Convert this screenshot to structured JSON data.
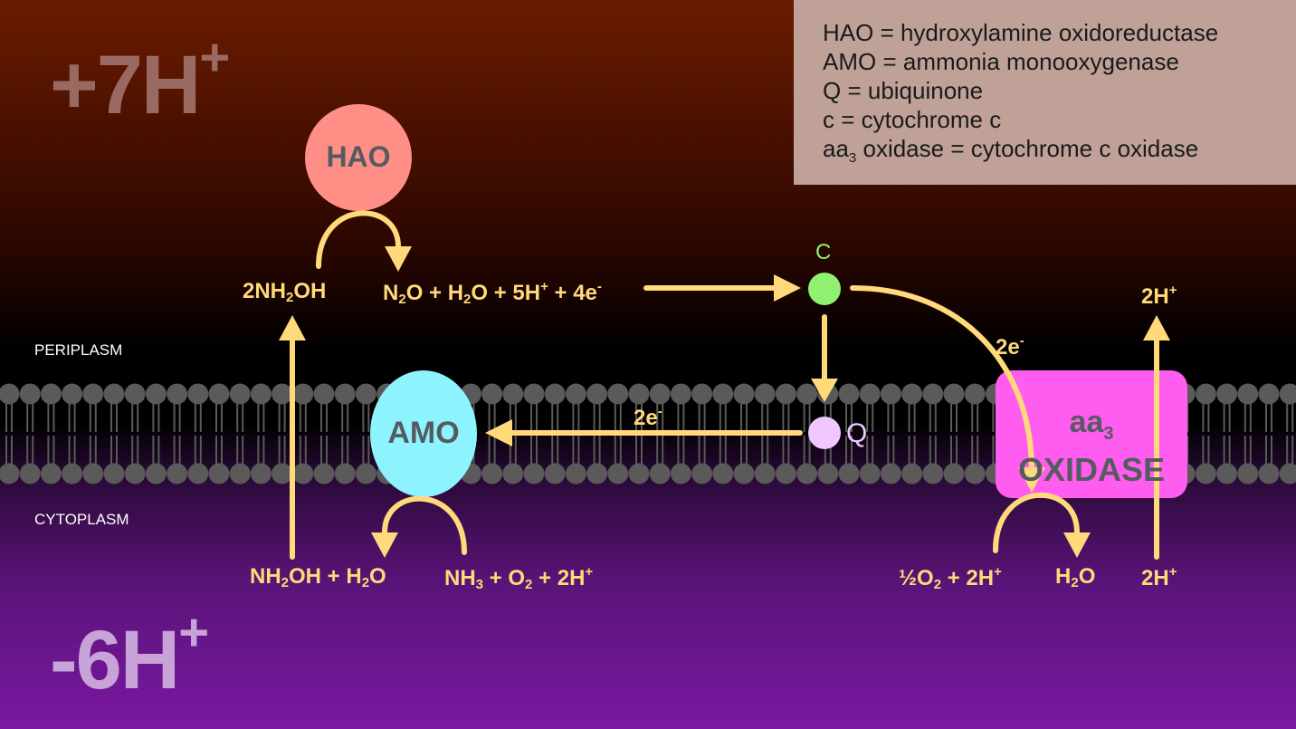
{
  "legend": {
    "lines": [
      "HAO = hydroxylamine oxidoreductase",
      "AMO = ammonia monooxygenase",
      "Q = ubiquinone",
      "c = cytochrome c"
    ],
    "last_line_prefix": "aa",
    "last_line_sub": "3",
    "last_line_suffix": " oxidase = cytochrome c oxidase"
  },
  "protons": {
    "top_value": "+7H",
    "top_sup": "+",
    "bottom_value": "-6H",
    "bottom_sup": "+"
  },
  "regions": {
    "periplasm": "PERIPLASM",
    "cytoplasm": "CYTOPLASM"
  },
  "enzymes": {
    "hao": "HAO",
    "amo": "AMO",
    "oxidase_line1_prefix": "aa",
    "oxidase_line1_sub": "3",
    "oxidase_line2": "OXIDASE"
  },
  "carriers": {
    "c": "C",
    "q": "Q"
  },
  "chemistry": {
    "hydroxylamine_coef": "2NH",
    "hydroxylamine_sub": "2",
    "hydroxylamine_tail": "OH",
    "hao_products": {
      "n": "N",
      "n_sub": "2",
      "o_h": "O + H",
      "h_sub": "2",
      "o_5h": "O + 5H",
      "plus_sup": "+",
      "four_e": " + 4e",
      "minus_sup": "-"
    },
    "amo_products": {
      "nh": "NH",
      "nh_sub": "2",
      "oh_h": "OH + H",
      "h_sub": "2",
      "o": "O"
    },
    "amo_substrates": {
      "nh": "NH",
      "nh_sub": "3",
      "o_plus": " + O",
      "o_sub": "2",
      "two_h": " + 2H",
      "plus_sup": "+"
    },
    "oxidase_substrates": {
      "half_o": "½O",
      "o_sub": "2",
      "two_h": " + 2H",
      "plus_sup": "+"
    },
    "water": {
      "h": "H",
      "h_sub": "2",
      "o": "O"
    },
    "proton_out": {
      "text": "2H",
      "sup": "+"
    },
    "proton_in": {
      "text": "2H",
      "sup": "+"
    },
    "electrons_to_amo": {
      "text": "2e",
      "sup": "-"
    },
    "electrons_to_oxidase": {
      "text": "2e",
      "sup": "-"
    }
  },
  "colors": {
    "arrow": "#ffd97a",
    "hao": "#ff8f86",
    "amo": "#8df4ff",
    "oxidase": "#ff5cf0",
    "cytochrome_c": "#90f070",
    "ubiquinone": "#f0c8ff",
    "membrane": "#5a5a5a"
  }
}
